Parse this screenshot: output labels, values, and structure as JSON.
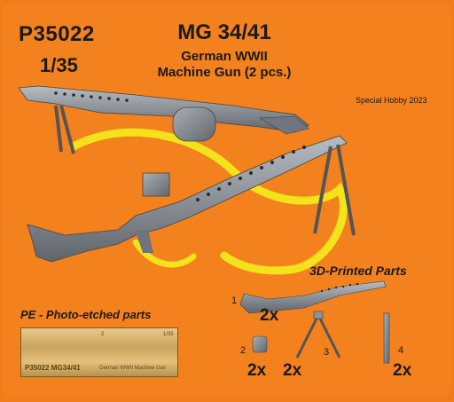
{
  "header": {
    "product_code": "P35022",
    "scale": "1/35",
    "title": "MG 34/41",
    "subtitle_line1": "German WWII",
    "subtitle_line2": "Machine Gun (2 pcs.)",
    "copyright": "Special Hobby 2023"
  },
  "printed_parts": {
    "heading": "3D-Printed Parts",
    "items": [
      {
        "number": "1",
        "quantity": "2x",
        "part": "machine-gun"
      },
      {
        "number": "2",
        "quantity": "2x",
        "part": "ammo-drum"
      },
      {
        "number": "3",
        "quantity": "2x",
        "part": "bipod"
      },
      {
        "number": "4",
        "quantity": "2x",
        "part": "tripod-leg"
      }
    ]
  },
  "photo_etched": {
    "heading": "PE - Photo-etched parts",
    "fret_label": "P35022 MG34/41",
    "fret_sublabel": "German WWII Machine Gun",
    "fret_numbers": [
      "2",
      "1/35"
    ]
  },
  "colors": {
    "background": "#f2811e",
    "sling": "#f4e21a",
    "gun_metal": "#8d9399"
  }
}
